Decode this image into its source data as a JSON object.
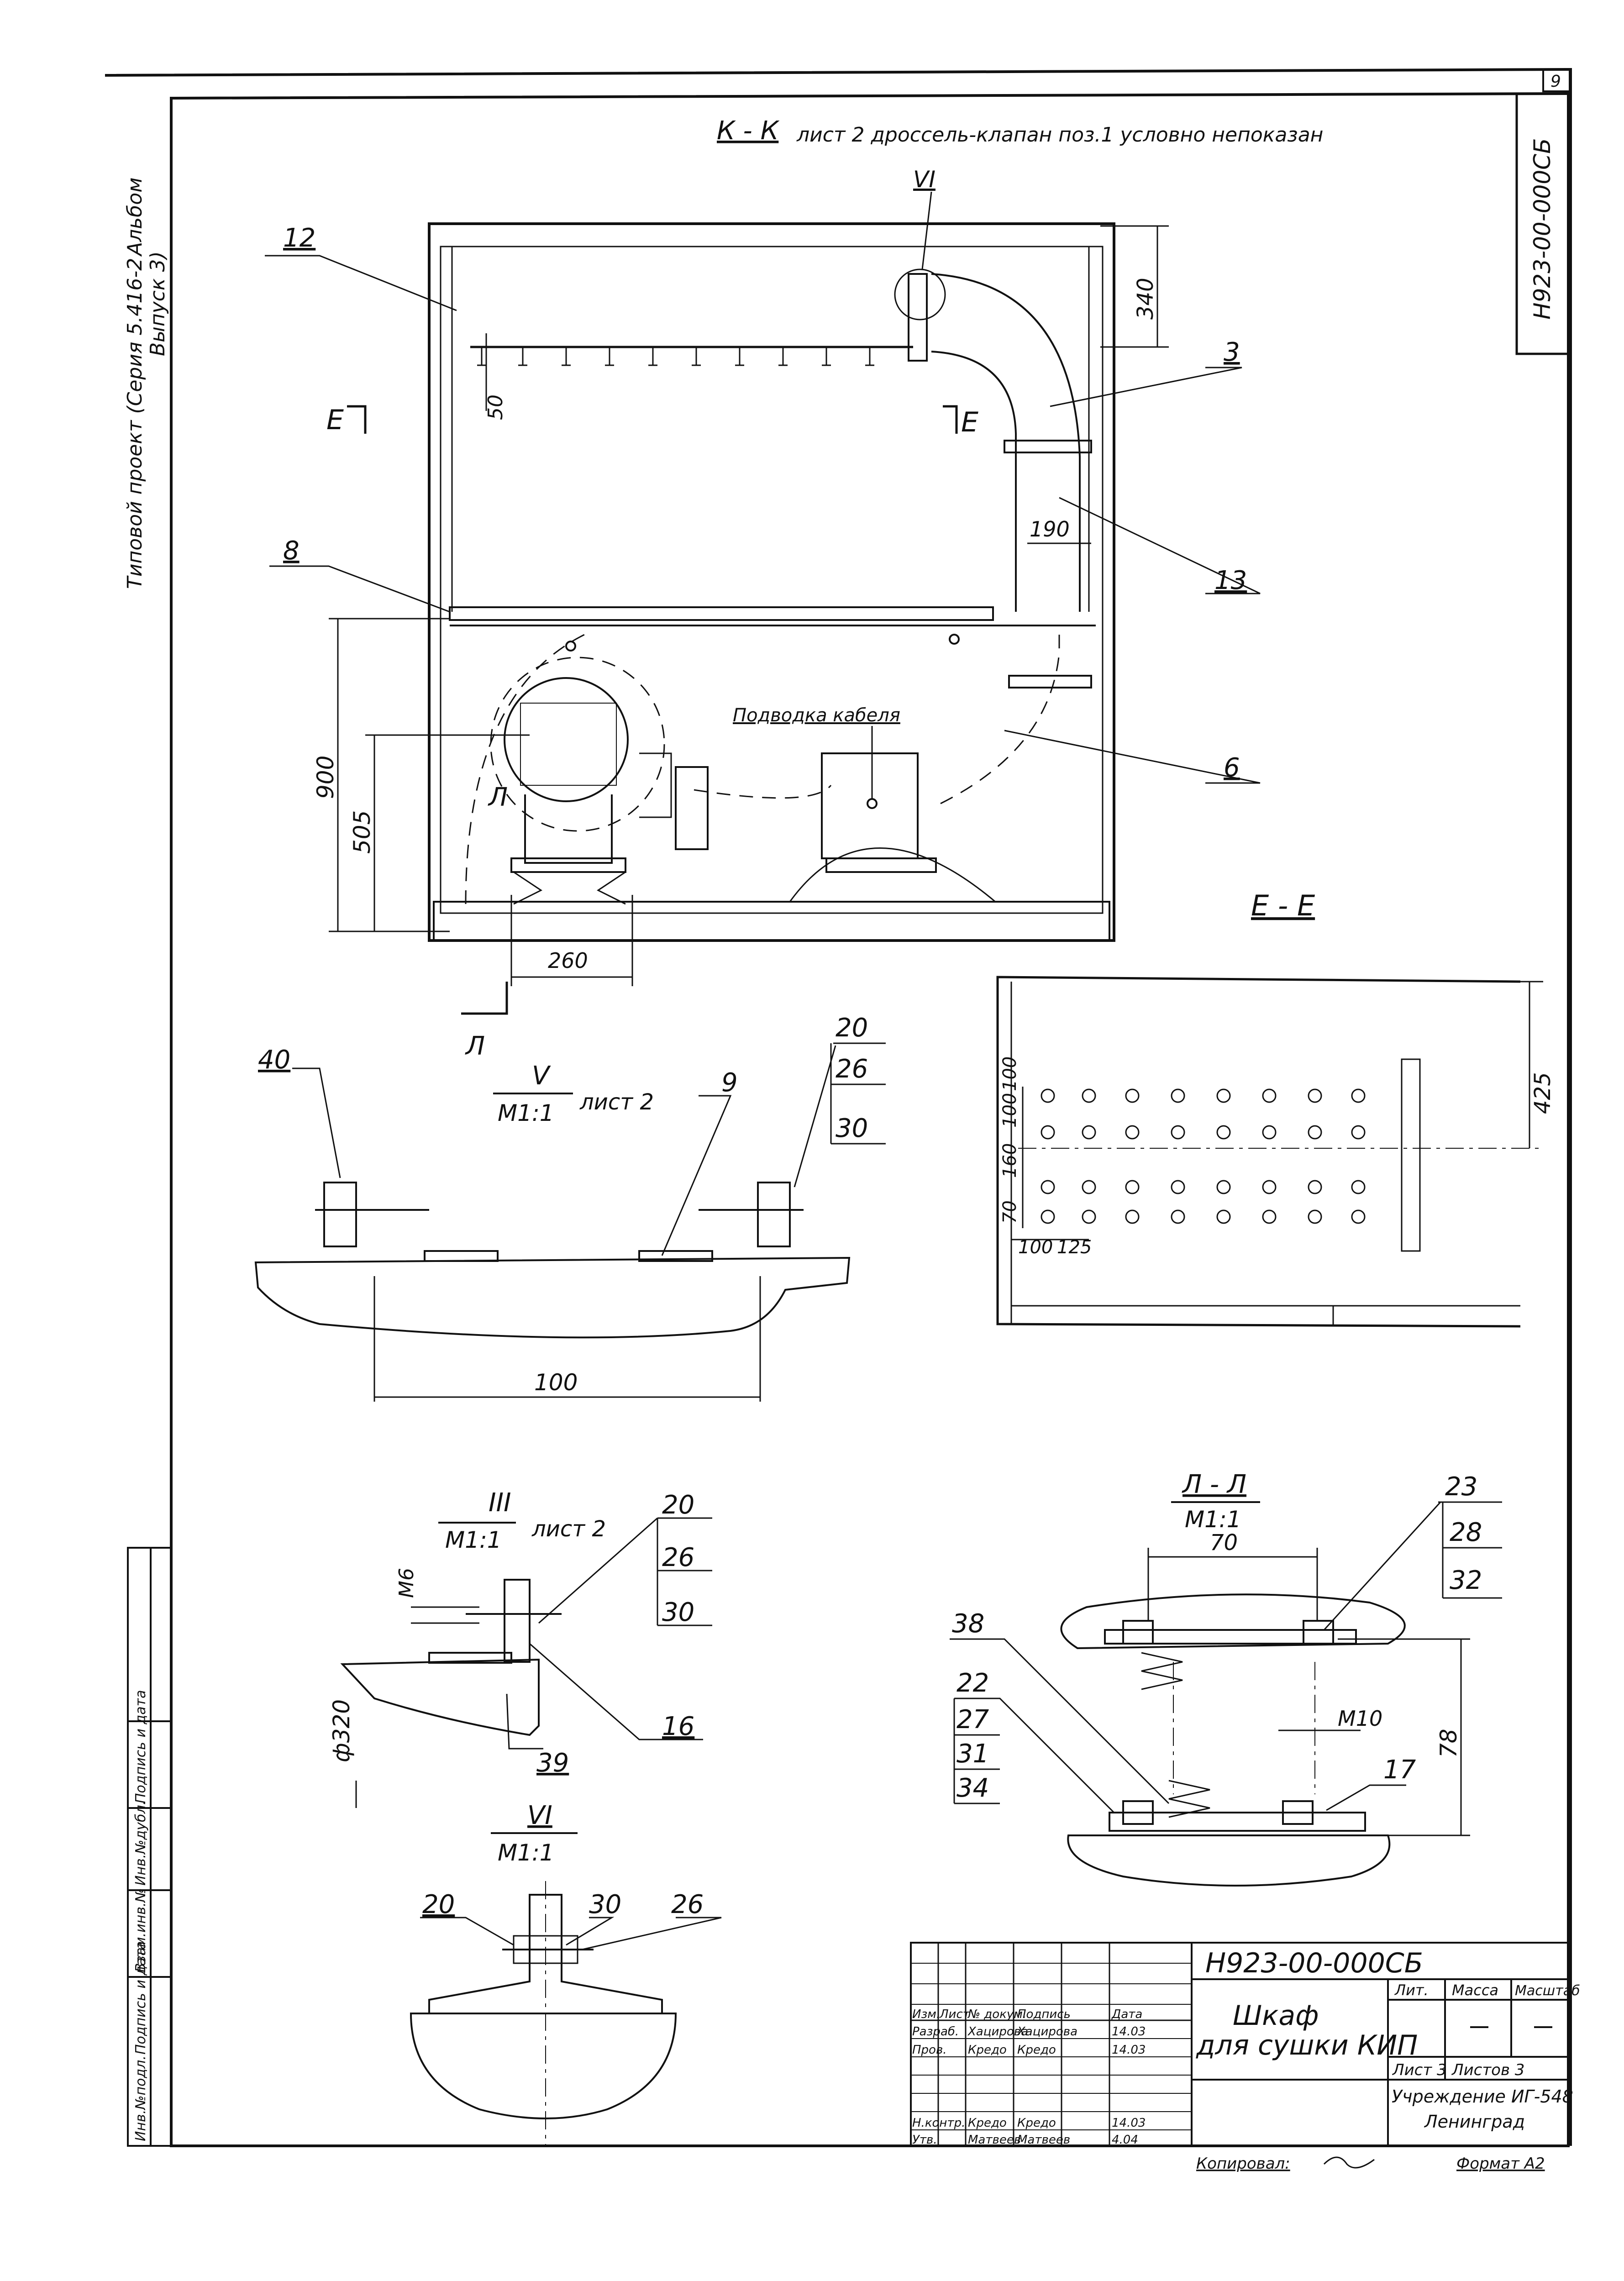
{
  "sheet": {
    "sheet_number": "9",
    "designation": "Н923-00-000СБ",
    "margin_note_1": "Типовой проект (Серия 5.416-2",
    "margin_note_2": "Выпуск 3)",
    "margin_note_3": "Альбом"
  },
  "section_kk": {
    "title": "К - К",
    "note": "лист 2 дроссель-клапан поз.1 условно непоказан",
    "view_mark_vi": "VI",
    "section_mark_e_left": "Е",
    "section_mark_e_right": "Е",
    "cable_label": "Подводка кабеля",
    "section_mark_l": "Л",
    "section_mark_l_bottom": "Л",
    "positions": [
      "12",
      "3",
      "13",
      "8",
      "6"
    ],
    "dims": [
      "340",
      "50",
      "190",
      "900",
      "505",
      "260"
    ]
  },
  "section_ee": {
    "title": "Е - Е",
    "dims": [
      "425",
      "100",
      "100",
      "160",
      "70",
      "100",
      "125"
    ]
  },
  "detail_v": {
    "title": "V",
    "scale": "М1:1",
    "sheet_ref": "лист 2",
    "positions": [
      "40",
      "9",
      "20",
      "26",
      "30"
    ],
    "dim": "100"
  },
  "detail_iii": {
    "title": "III",
    "scale": "М1:1",
    "sheet_ref": "лист 2",
    "positions": [
      "20",
      "26",
      "30",
      "16",
      "39"
    ],
    "dims": [
      "М6",
      "ф320"
    ]
  },
  "detail_vi": {
    "title": "VI",
    "scale": "М1:1",
    "positions": [
      "20",
      "30",
      "26"
    ]
  },
  "section_ll": {
    "title": "Л - Л",
    "scale": "М1:1",
    "positions": [
      "23",
      "28",
      "32",
      "38",
      "22",
      "27",
      "31",
      "34",
      "17"
    ],
    "dims": [
      "70",
      "М10",
      "78"
    ]
  },
  "side_stamp": {
    "cells": [
      "Инв.№подл.",
      "Подпись и дата",
      "Взам.инв.№",
      "Инв.№дубл.",
      "Подпись и дата"
    ]
  },
  "title_block": {
    "designation": "Н923-00-000СБ",
    "name_line1": "Шкаф",
    "name_line2": "для сушки КИП",
    "head": [
      "Изм.",
      "Лист",
      "№ докум.",
      "Подпись",
      "Дата"
    ],
    "rows": [
      [
        "Разраб.",
        "Хацирова",
        "Хацирова",
        "14.03"
      ],
      [
        "Пров.",
        "Кредо",
        "Кредо",
        "14.03"
      ],
      [
        "Н.контр.",
        "Кредо",
        "Кредо",
        "14.03"
      ],
      [
        "Утв.",
        "Матвеев",
        "Матвеев",
        "4.04"
      ]
    ],
    "lit_head": [
      "Лит.",
      "Масса",
      "Масштаб"
    ],
    "sheet_info": "Лист 3",
    "sheets_info": "Листов 3",
    "org_line1": "Учреждение ИГ-548",
    "org_line2": "Ленинград",
    "copied": "Копировал:",
    "format": "Формат А2"
  }
}
